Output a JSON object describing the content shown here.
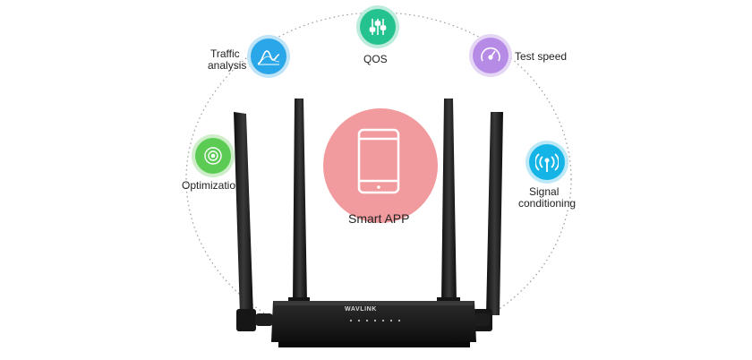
{
  "center": {
    "label": "Smart APP",
    "circle_color": "#f29b9e",
    "icon": "smartphone-icon"
  },
  "features": {
    "traffic": {
      "label_line1": "Traffic",
      "label_line2": "analysis",
      "icon": "wave-graph-icon",
      "color": "#2aa7e8"
    },
    "qos": {
      "label": "QOS",
      "icon": "sliders-icon",
      "color": "#23c28f"
    },
    "test_speed": {
      "label": "Test speed",
      "icon": "speedometer-icon",
      "color": "#b68be6"
    },
    "optimization": {
      "label": "Optimizatio",
      "icon": "target-icon",
      "color": "#5ccb53"
    },
    "signal": {
      "label_line1": "Signal",
      "label_line2": "conditioning",
      "icon": "signal-icon",
      "color": "#15b4e6"
    }
  },
  "router": {
    "brand": "WAVLINK",
    "color": "#1a1a1a"
  }
}
